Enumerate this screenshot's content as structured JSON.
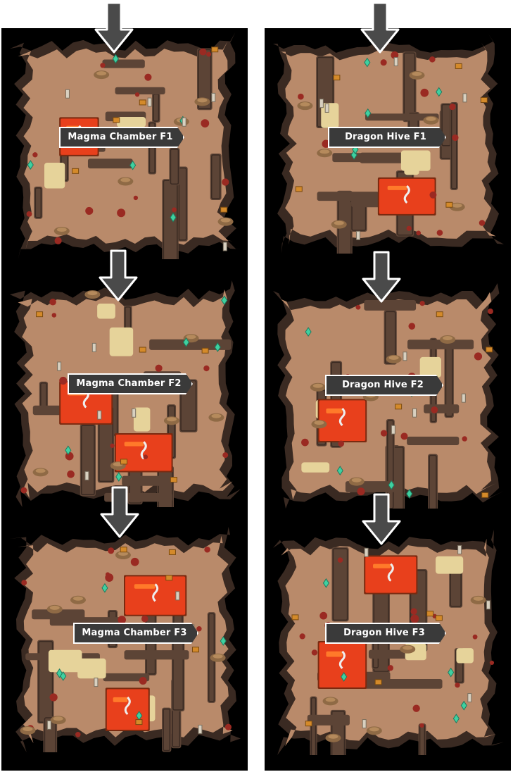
{
  "maps": {
    "left": [
      {
        "label": "Magma Chamber F1"
      },
      {
        "label": "Magma Chamber F2"
      },
      {
        "label": "Magma Chamber F3"
      }
    ],
    "right": [
      {
        "label": "Dragon Hive F1"
      },
      {
        "label": "Dragon Hive F2"
      },
      {
        "label": "Dragon Hive F3"
      }
    ]
  },
  "colors": {
    "background": "#000000",
    "cave_floor": "#b98a6a",
    "cave_wall": "#5c4436",
    "cave_wall_dark": "#3a2a22",
    "lava": "#e8401c",
    "lava_light": "#ff7a2a",
    "sand": "#e6d39a",
    "label_bg": "#3a3a3a",
    "arrow": "#4a4a4a",
    "arrow_outline": "#ffffff"
  },
  "icons": [
    "down-arrow-icon",
    "lava-pool",
    "crystal",
    "boulder",
    "stalagmite"
  ]
}
